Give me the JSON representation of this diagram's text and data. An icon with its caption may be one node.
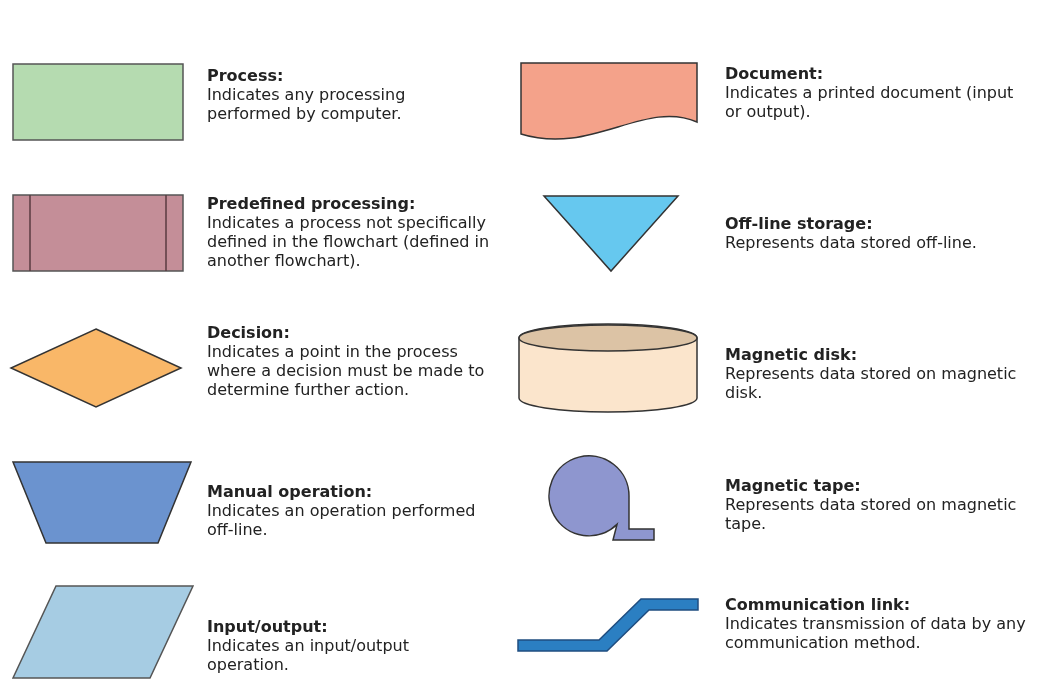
{
  "diagram": {
    "nodes": [
      {
        "text": [],
        "shape": "box",
        "beside": [
          "Process:",
          "Indicates any processing performed by computer."
        ]
      },
      {
        "text": [],
        "shape": "box",
        "beside": [
          "Predefined processing:",
          "Indicates a process not specifically defined in the flowchart (defined in another flowchart)."
        ]
      },
      {
        "text": [],
        "shape": "diamond",
        "beside": [
          "Decision:",
          "Indicates a point in the process where a decision must be made to determine further action."
        ]
      },
      {
        "text": [],
        "shape": "trapezoid",
        "beside": [
          "Manual operation:",
          "Indicates an operation performed off-line."
        ]
      },
      {
        "text": [],
        "shape": "parallelogram",
        "beside": [
          "Input/output:",
          "Indicates an input/output operation."
        ]
      },
      {
        "text": [],
        "shape": "document",
        "beside": [
          "Document:",
          "Indicates a printed document (input or output)."
        ]
      },
      {
        "text": [],
        "shape": "triangle",
        "beside": [
          "Off-line storage:",
          "Represents data stored off-line."
        ]
      },
      {
        "text": [],
        "shape": "cylinder",
        "beside": [
          "Magnetic disk:",
          "Represents data stored on magnetic disk."
        ]
      },
      {
        "text": [],
        "shape": "circle",
        "beside": [
          "Magnetic tape:",
          "Represents data stored on magnetic tape."
        ]
      },
      {
        "text": [],
        "shape": "zigzag",
        "beside": [
          "Communication link:",
          "Indicates transmission of data by any communication method."
        ]
      }
    ]
  }
}
